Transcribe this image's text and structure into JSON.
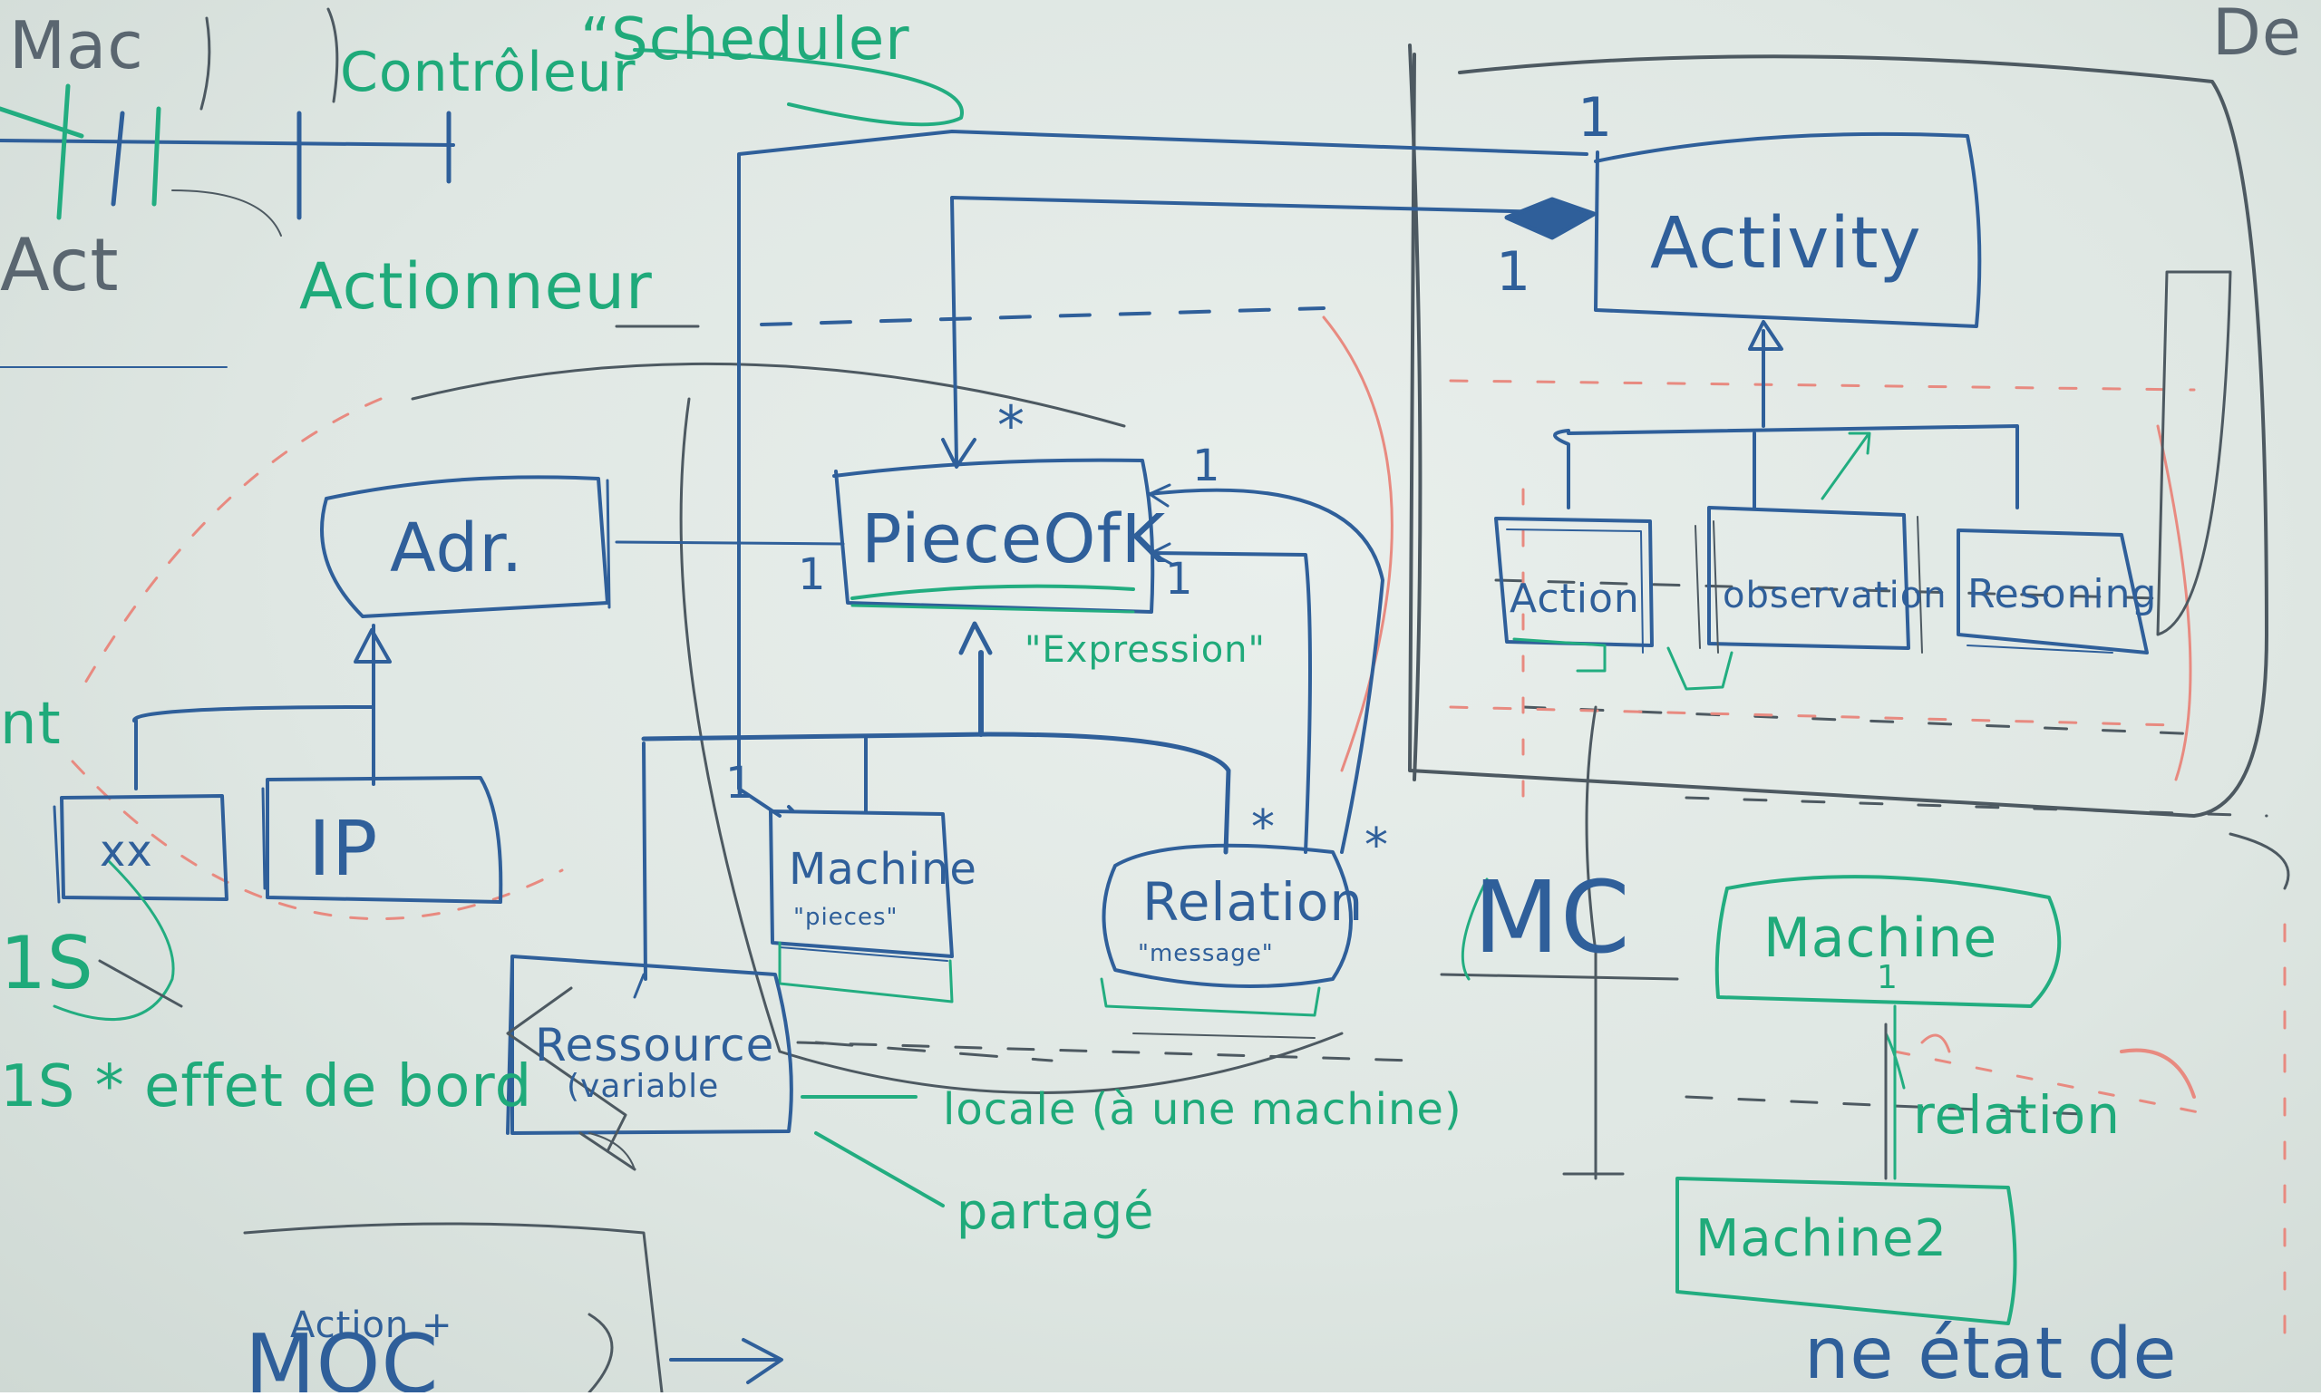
{
  "colors": {
    "board": "#e3eae6",
    "marker_blue": "#2f5f9a",
    "marker_green": "#1faa7a",
    "marker_gray": "#4d5961",
    "marker_red": "#e0645a"
  },
  "top_left": {
    "mac": "Mac",
    "controleur": "Contrôleur",
    "scheduler": "“Scheduler",
    "act": "Act",
    "actionneur": "Actionneur"
  },
  "classes": {
    "activity": "Activity",
    "action": "Action",
    "observation": "observation",
    "reasoning": "Resoning",
    "piece_of_k": "PieceOfK",
    "expression": "\"Expression\"",
    "adr": "Adr.",
    "xx": "xx",
    "ip": "IP",
    "machine_sub": "Machine",
    "machine_sub_note": "\"pieces\"",
    "relation": "Relation",
    "relation_note": "\"message\"",
    "ressource": "Ressource",
    "ressource_note": "(variable"
  },
  "multiplicities": {
    "activity_top": "1",
    "activity_left": "1",
    "piece_top_star": "*",
    "piece_right_top": "1",
    "piece_right_bottom": "1",
    "piece_left": "1",
    "machine_top": "1",
    "relation_star_left": "*",
    "relation_star_right": "*"
  },
  "notes": {
    "locale": "locale (à une machine)",
    "partage": "partagé",
    "effet_de_bord": "1S * effet de bord",
    "s_left": "1S",
    "nt": "nt",
    "mc": "MC",
    "machine_green": "Machine",
    "machine_green_mult": "1",
    "relation_green": "relation",
    "machine2": "Machine2",
    "etat_de": "ne état de",
    "action_bottom": "Action +",
    "moc": "MOC",
    "de_corner": "De"
  }
}
